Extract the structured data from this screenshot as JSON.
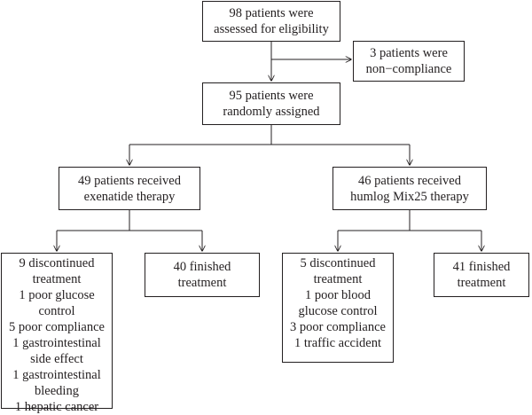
{
  "flowchart": {
    "assessed": [
      "98 patients were",
      "assessed for eligibility"
    ],
    "excluded": [
      "3 patients were",
      "non−compliance"
    ],
    "randomized": [
      "95 patients were",
      "randomly assigned"
    ],
    "exenatide": {
      "received": [
        "49 patients received",
        "exenatide therapy"
      ],
      "discontinued": [
        "9 discontinued",
        "treatment",
        "1 poor glucose",
        "control",
        "5 poor compliance",
        "1 gastrointestinal",
        "side effect",
        "1 gastrointestinal",
        "bleeding",
        "1 hepatic cancer"
      ],
      "finished": [
        "40 finished",
        "treatment"
      ]
    },
    "humlog": {
      "received": [
        "46 patients received",
        "humlog Mix25 therapy"
      ],
      "discontinued": [
        "5 discontinued",
        "treatment",
        "1 poor blood",
        "glucose control",
        "3 poor compliance",
        "1 traffic accident"
      ],
      "finished": [
        "41 finished",
        "treatment"
      ]
    }
  }
}
